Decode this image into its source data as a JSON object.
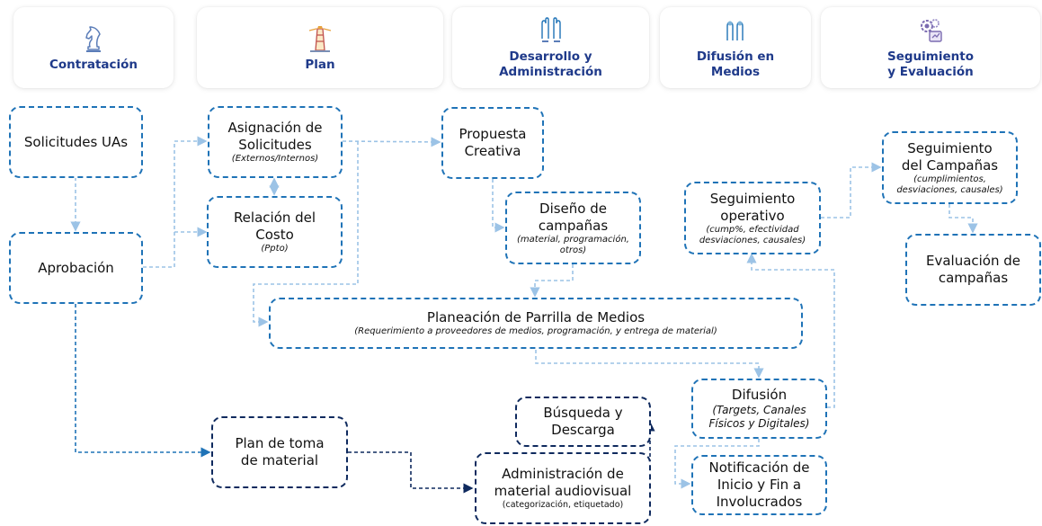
{
  "phases": [
    {
      "label": "Contratación",
      "icon": "chess-knight-icon"
    },
    {
      "label": "Plan",
      "icon": "lighthouse-icon"
    },
    {
      "label": "Desarrollo y\nAdministración",
      "icon": "raised-hands-icon"
    },
    {
      "label": "Difusión en\nMedios",
      "icon": "hands-icon"
    },
    {
      "label": "Seguimiento\ny Evaluación",
      "icon": "gears-monitor-icon"
    }
  ],
  "nodes": {
    "solicitudes": {
      "title": "Solicitudes UAs"
    },
    "aprobacion": {
      "title": "Aprobación"
    },
    "asignacion": {
      "title": "Asignación de\nSolicitudes",
      "sub": "(Externos/Internos)"
    },
    "relacion": {
      "title": "Relación del\nCosto",
      "sub": "(Ppto)"
    },
    "propuesta": {
      "title": "Propuesta\nCreativa"
    },
    "diseno": {
      "title": "Diseño de\ncampañas",
      "sub": "(material, programación,\notros)"
    },
    "planeacion": {
      "title": "Planeación de Parrilla de Medios",
      "sub": "(Requerimiento a proveedores de medios, programación, y entrega de material)"
    },
    "seg_operativo": {
      "title": "Seguimiento\noperativo",
      "sub": "(cump%, efectividad\ndesviaciones, causales)"
    },
    "seg_campanas": {
      "title": "Seguimiento\ndel Campañas",
      "sub": "(cumplimientos,\ndesviaciones, causales)"
    },
    "evaluacion": {
      "title": "Evaluación de\ncampañas"
    },
    "difusion": {
      "title": "Difusión",
      "sub": "(Targets, Canales\nFísicos y Digitales)"
    },
    "notificacion": {
      "title": "Notificación de\nInicio y Fin a\nInvolucrados"
    },
    "busqueda": {
      "title": "Búsqueda y\nDescarga"
    },
    "admin_material": {
      "title": "Administración de\nmaterial audiovisual",
      "sub": "(categorización, etiquetado)"
    },
    "plan_toma": {
      "title": "Plan de toma\nde material"
    }
  },
  "colors": {
    "phase_text": "#1f3a8a",
    "box_border": "#1f73b7",
    "box_border_dark": "#0f2a5e",
    "link_light": "#9cc3e6",
    "link_mid": "#1f73b7",
    "link_dark": "#0f2a5e"
  }
}
